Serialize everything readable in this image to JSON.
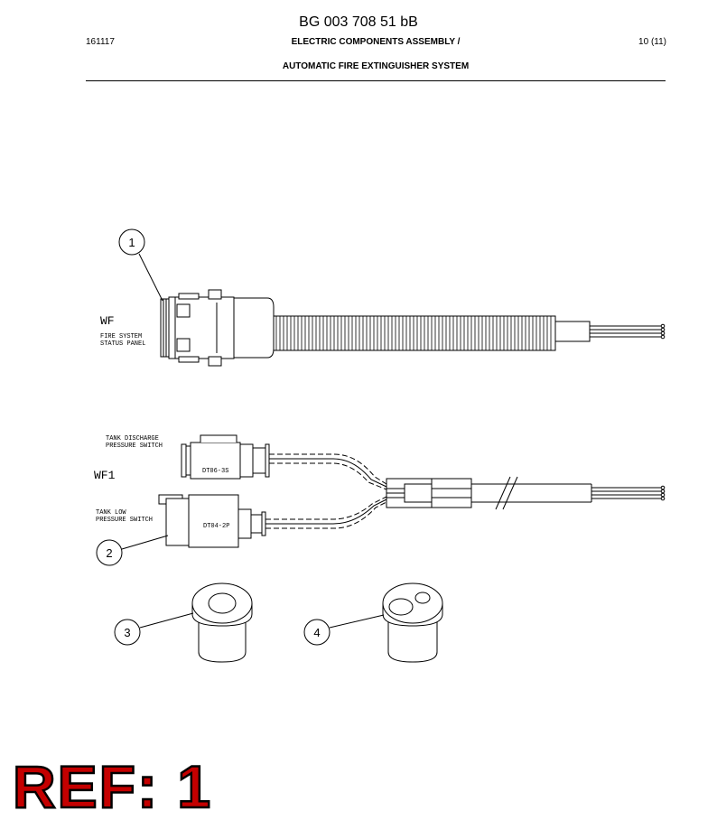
{
  "header": {
    "doc_number": "BG 003 708 51 bB",
    "date": "161117",
    "title_line1": "ELECTRIC COMPONENTS ASSEMBLY /",
    "title_line2": "AUTOMATIC FIRE EXTINGUISHER SYSTEM",
    "page": "10 (11)"
  },
  "drawing": {
    "wf": {
      "code": "WF",
      "desc_line1": "FIRE SYSTEM",
      "desc_line2": "STATUS PANEL"
    },
    "wf1": {
      "code": "WF1",
      "upper_label_line1": "TANK DISCHARGE",
      "upper_label_line2": "PRESSURE SWITCH",
      "upper_connector": "DT06-3S",
      "lower_label_line1": "TANK LOW",
      "lower_label_line2": "PRESSURE SWITCH",
      "lower_connector": "DT04-2P"
    },
    "callouts": [
      "1",
      "2",
      "3",
      "4"
    ]
  },
  "ref_label": "REF: 1"
}
